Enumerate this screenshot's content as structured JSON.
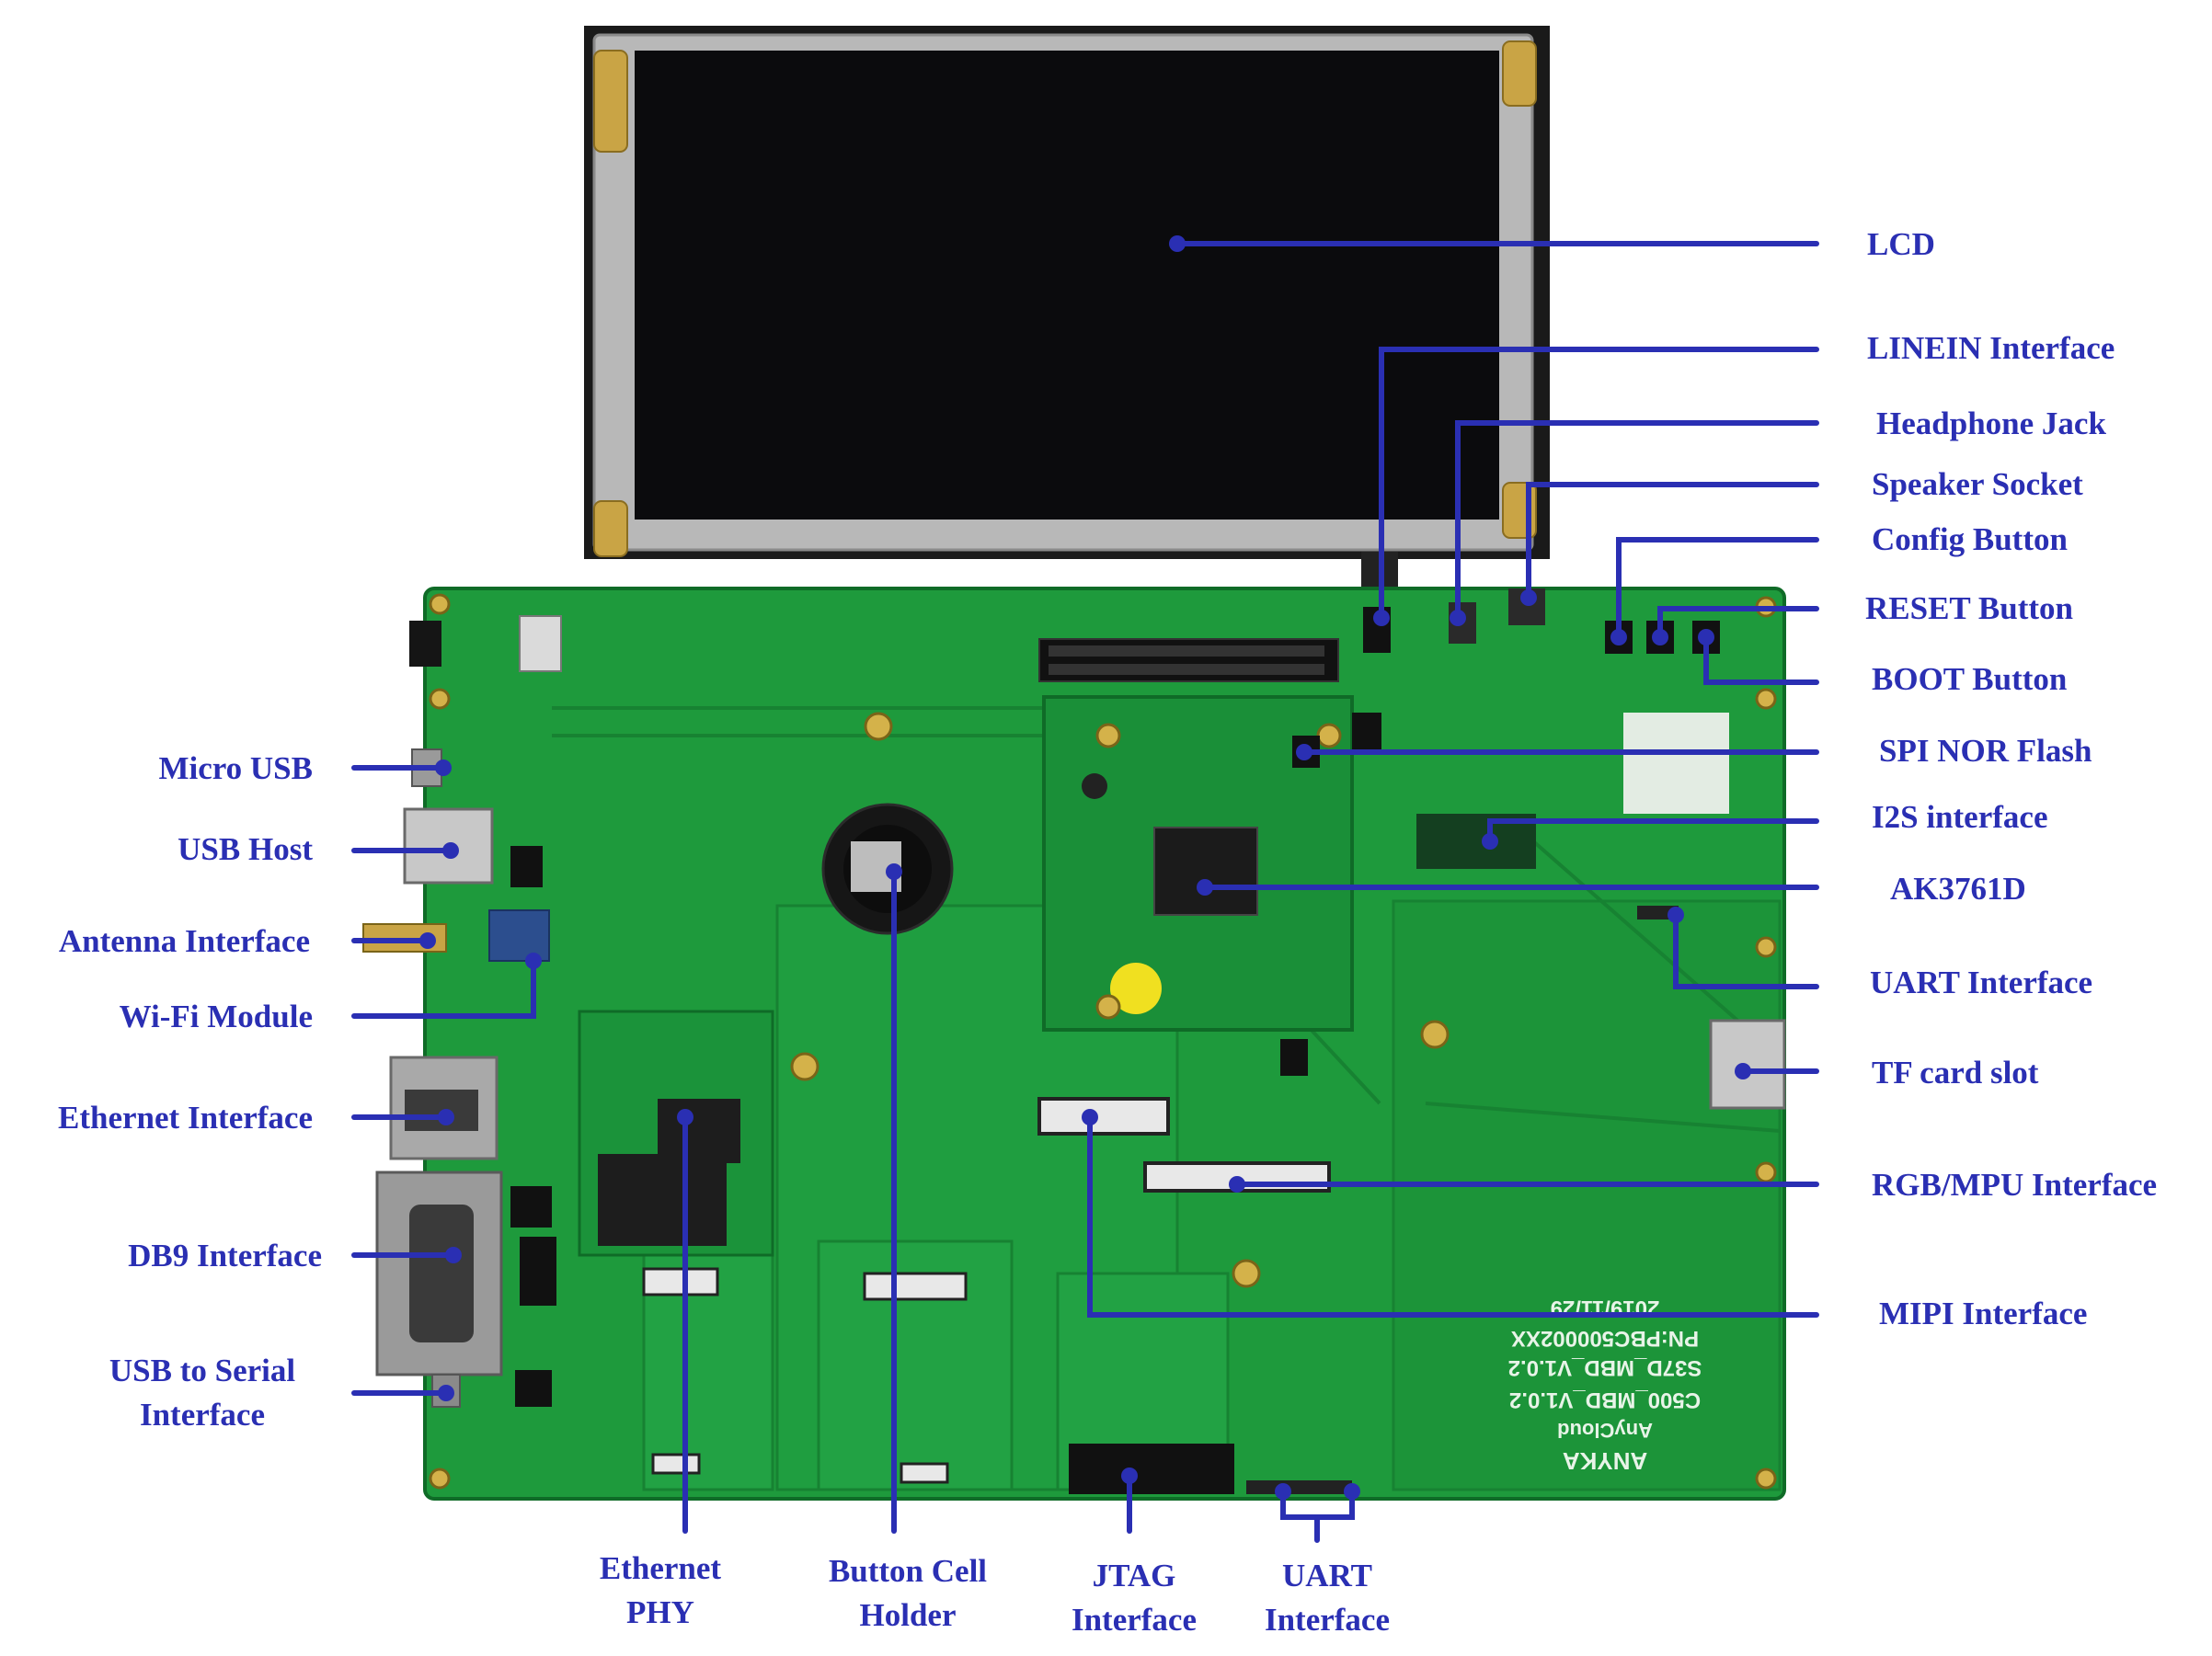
{
  "colors": {
    "annotation": "#2a2fb3",
    "pcb": "#1e9a3c",
    "pcb_dark": "#167a2e",
    "lcd_frame": "#b8b8b8",
    "lcd_screen": "#0b0b0d",
    "background": "#ffffff"
  },
  "right_labels": {
    "lcd": "LCD",
    "linein": "LINEIN Interface",
    "headphone": "Headphone Jack",
    "speaker": "Speaker Socket",
    "config": "Config Button",
    "reset": "RESET Button",
    "boot": "BOOT Button",
    "spi_nor": "SPI NOR Flash",
    "i2s": "I2S interface",
    "soc": "AK3761D",
    "uart_right": "UART Interface",
    "tf": "TF card slot",
    "rgb": "RGB/MPU Interface",
    "mipi": "MIPI Interface"
  },
  "left_labels": {
    "micro_usb": "Micro USB",
    "usb_host": "USB Host",
    "antenna": "Antenna Interface",
    "wifi": "Wi-Fi Module",
    "ethernet": "Ethernet Interface",
    "db9": "DB9 Interface",
    "usb_serial_1": "USB to Serial",
    "usb_serial_2": "Interface"
  },
  "bottom_labels": {
    "eth_phy_1": "Ethernet",
    "eth_phy_2": "PHY",
    "button_cell_1": "Button Cell",
    "button_cell_2": "Holder",
    "jtag_1": "JTAG",
    "jtag_2": "Interface",
    "uart_1": "UART",
    "uart_2": "Interface"
  },
  "board_text": {
    "brand": "ANYKA",
    "cloud": "AnyCloud",
    "model_1": "C500_MBD_V1.0.2",
    "model_2": "S37D_MBD_V1.0.2",
    "pn": "PN:PBC500002XX",
    "date": "2019/11/29"
  }
}
